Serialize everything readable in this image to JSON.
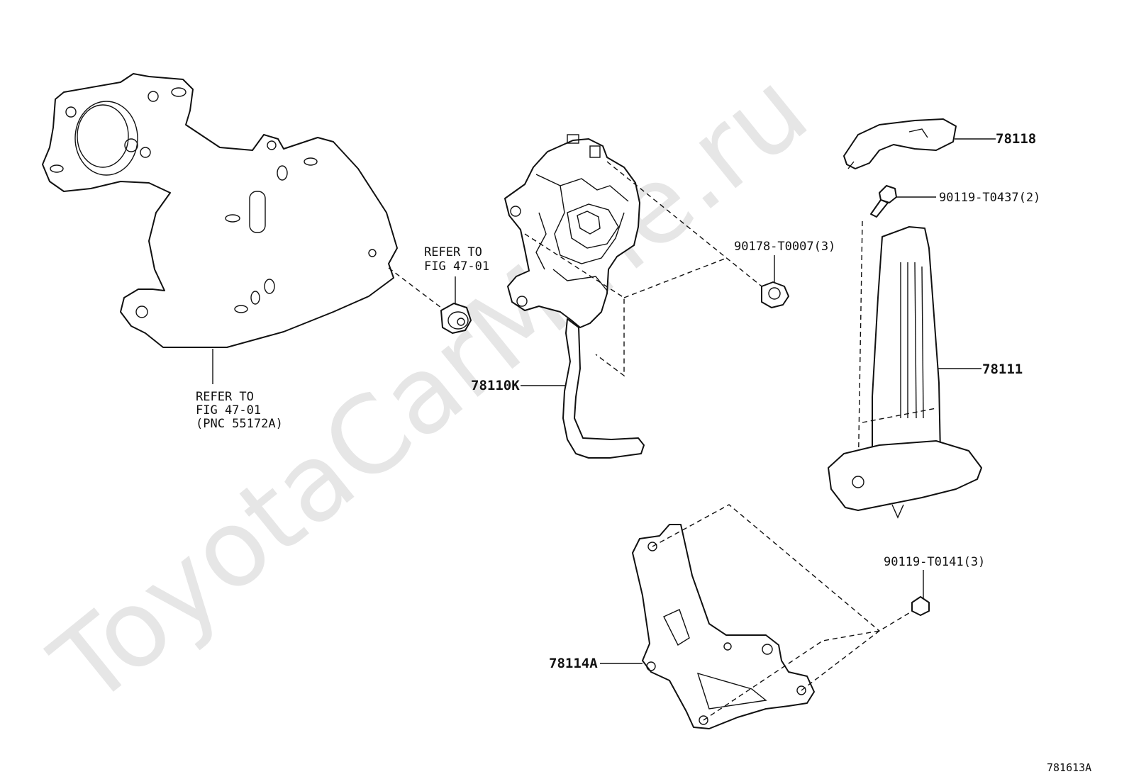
{
  "watermark": "ToyotaCarMine.ru",
  "figure_code": "781613A",
  "callouts": {
    "p78118": "78118",
    "p90119_t0437": "90119-T0437(2)",
    "p90178_t0007": "90178-T0007(3)",
    "p78111": "78111",
    "p78110k": "78110K",
    "p78114a": "78114A",
    "p90119_t0141": "90119-T0141(3)"
  },
  "refer_nut": [
    "REFER TO",
    "FIG 47-01"
  ],
  "refer_bracket": [
    "REFER TO",
    "FIG 47-01",
    "(PNC 55172A)"
  ]
}
